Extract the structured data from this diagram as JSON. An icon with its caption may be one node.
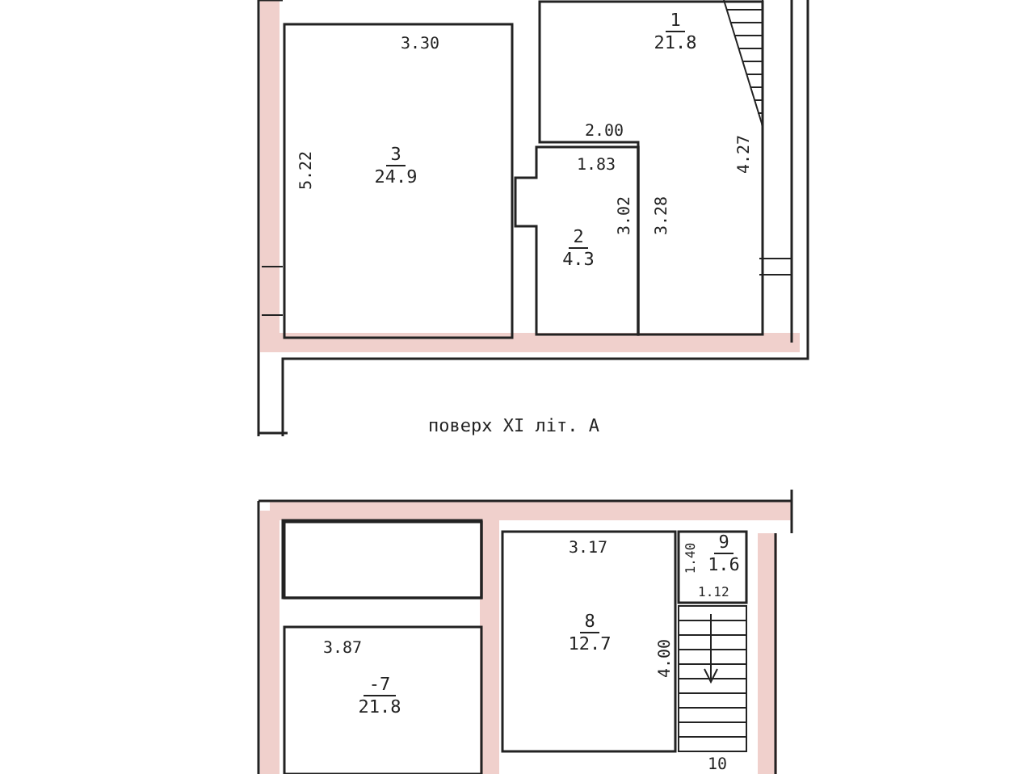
{
  "diagram": {
    "nodes": [
      {
        "text": [
          "1",
          "21.8"
        ]
      },
      {
        "text": [
          "3",
          "24.9"
        ]
      },
      {
        "text": [
          "2",
          "4.3"
        ]
      },
      {
        "text": [],
        "shape": "box"
      },
      {
        "text": [
          "-7",
          "21.8"
        ]
      },
      {
        "text": [
          "8",
          "12.7"
        ]
      },
      {
        "text": [
          "9",
          "1.6"
        ]
      }
    ],
    "labels": [
      "3.30",
      "2.00",
      "5.22",
      "1.83",
      "3.02",
      "3.28",
      "4.27",
      "поверх XI літ. А",
      "3.17",
      "1.40",
      "1.12",
      "3.87",
      "4.00",
      "10"
    ]
  }
}
